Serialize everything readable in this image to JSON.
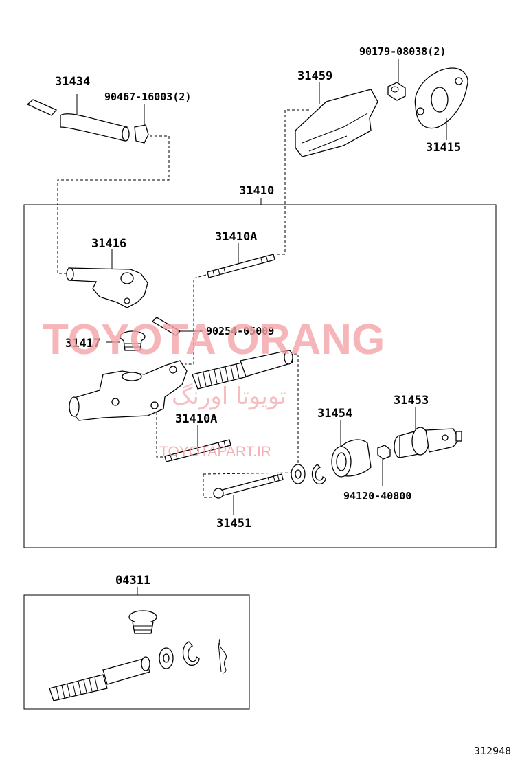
{
  "watermark": {
    "brand": "TOYOTA ORANG",
    "site": "TOYOTAPART.IR",
    "persian": "تویوتا اورنگ"
  },
  "labels": {
    "p31434": "31434",
    "p90467": "90467-16003(2)",
    "p31459": "31459",
    "p90179": "90179-08038(2)",
    "p31415": "31415",
    "p31410": "31410",
    "p31416": "31416",
    "p31410A_top": "31410A",
    "p90254": "90254-05009",
    "p31417": "31417",
    "p31453": "31453",
    "p31454": "31454",
    "p31410A_mid": "31410A",
    "p94120": "94120-40800",
    "p31451": "31451",
    "p04311": "04311"
  },
  "figure_number": "312948"
}
